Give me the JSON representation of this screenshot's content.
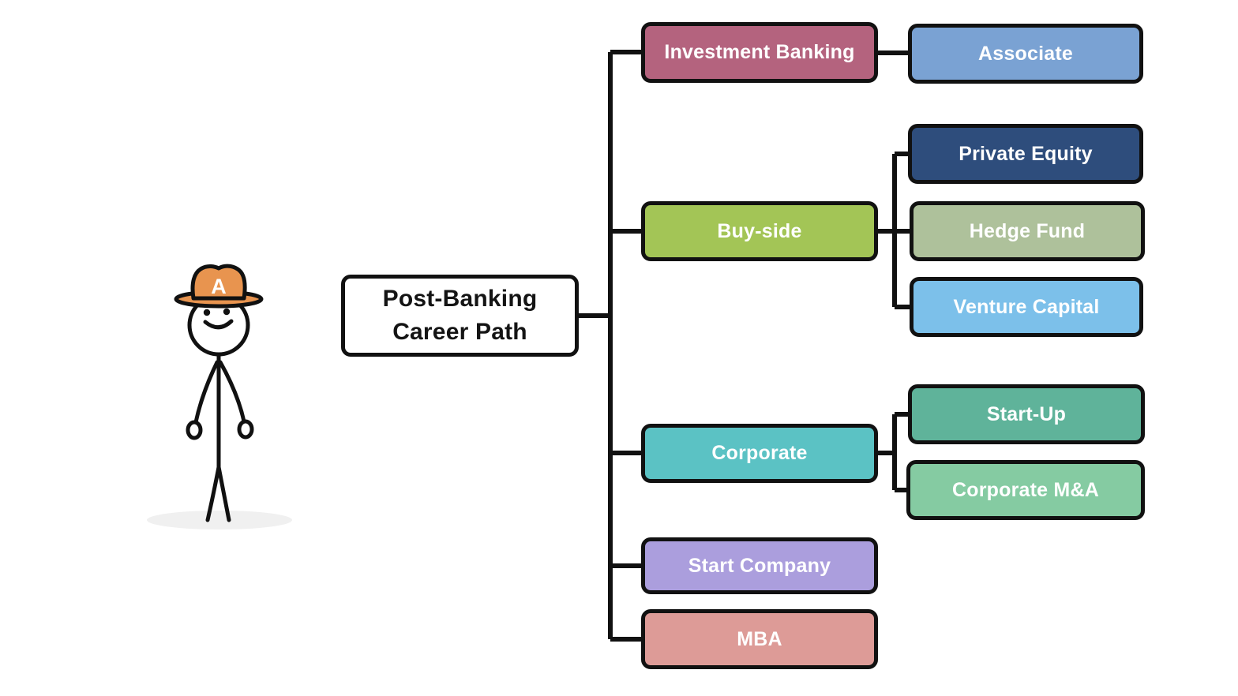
{
  "root": {
    "label": "Post-Banking Career Path",
    "line1": "Post-Banking",
    "line2": "Career Path"
  },
  "nodes": {
    "investment_banking": {
      "label": "Investment Banking",
      "bg": "#b4637e"
    },
    "associate": {
      "label": "Associate",
      "bg": "#7aa2d3"
    },
    "private_equity": {
      "label": "Private Equity",
      "bg": "#2e4d7c"
    },
    "buy_side": {
      "label": "Buy-side",
      "bg": "#a3c556"
    },
    "hedge_fund": {
      "label": "Hedge Fund",
      "bg": "#aec19b"
    },
    "venture_capital": {
      "label": "Venture Capital",
      "bg": "#7cc0ea"
    },
    "start_up": {
      "label": "Start-Up",
      "bg": "#5fb39a"
    },
    "corporate": {
      "label": "Corporate",
      "bg": "#5bc2c4"
    },
    "corporate_ma": {
      "label": "Corporate M&A",
      "bg": "#85cba2"
    },
    "start_company": {
      "label": "Start Company",
      "bg": "#ab9edd"
    },
    "mba": {
      "label": "MBA",
      "bg": "#dd9b97"
    }
  },
  "tree": {
    "root": "Post-Banking Career Path",
    "branches": [
      {
        "label": "Investment Banking",
        "children": [
          "Associate"
        ]
      },
      {
        "label": "Buy-side",
        "children": [
          "Private Equity",
          "Hedge Fund",
          "Venture Capital"
        ]
      },
      {
        "label": "Corporate",
        "children": [
          "Start-Up",
          "Corporate M&A"
        ]
      },
      {
        "label": "Start Company",
        "children": []
      },
      {
        "label": "MBA",
        "children": []
      }
    ]
  },
  "figure": {
    "hat_letter": "A",
    "hat_color": "#e8944f",
    "outline_color": "#111111",
    "shadow_color": "#f0f0f0"
  },
  "colors": {
    "background": "#ffffff",
    "connector": "#111111",
    "node_text": "#ffffff",
    "root_text": "#141414"
  }
}
